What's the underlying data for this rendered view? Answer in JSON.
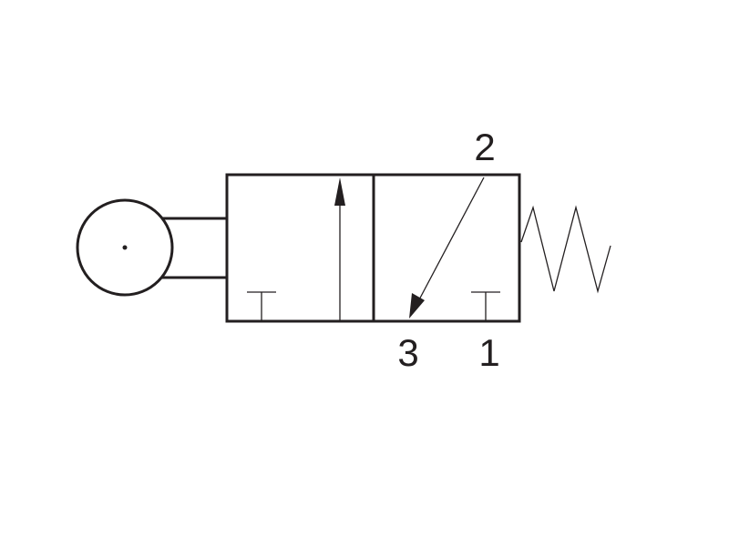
{
  "diagram": {
    "ports": {
      "port_2": "2",
      "port_3": "3",
      "port_1": "1"
    },
    "colors": {
      "stroke": "#231f20",
      "background": "#ffffff"
    }
  }
}
